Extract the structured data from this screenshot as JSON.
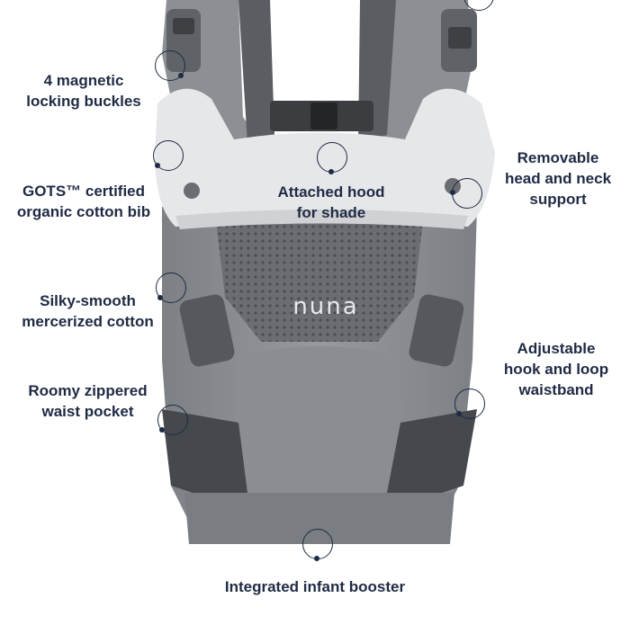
{
  "brand": {
    "logo_text": "nuna"
  },
  "callouts": {
    "buckles": [
      "4 magnetic",
      "locking buckles"
    ],
    "bib": [
      "GOTS™ certified",
      "organic cotton bib"
    ],
    "hood": [
      "Attached hood",
      "for shade"
    ],
    "head_support": [
      "Removable",
      "head and neck",
      "support"
    ],
    "cotton": [
      "Silky-smooth",
      "mercerized cotton"
    ],
    "waistband": [
      "Adjustable",
      "hook and loop",
      "waistband"
    ],
    "pocket": [
      "Roomy zippered",
      "waist pocket"
    ],
    "booster": [
      "Integrated infant booster"
    ]
  },
  "colors": {
    "label_text": "#1f2a44",
    "carrier_gray": "#8a8d91",
    "carrier_dark": "#4f5256",
    "bib_white": "#e7e8ea",
    "mesh": "#5c5f63"
  }
}
